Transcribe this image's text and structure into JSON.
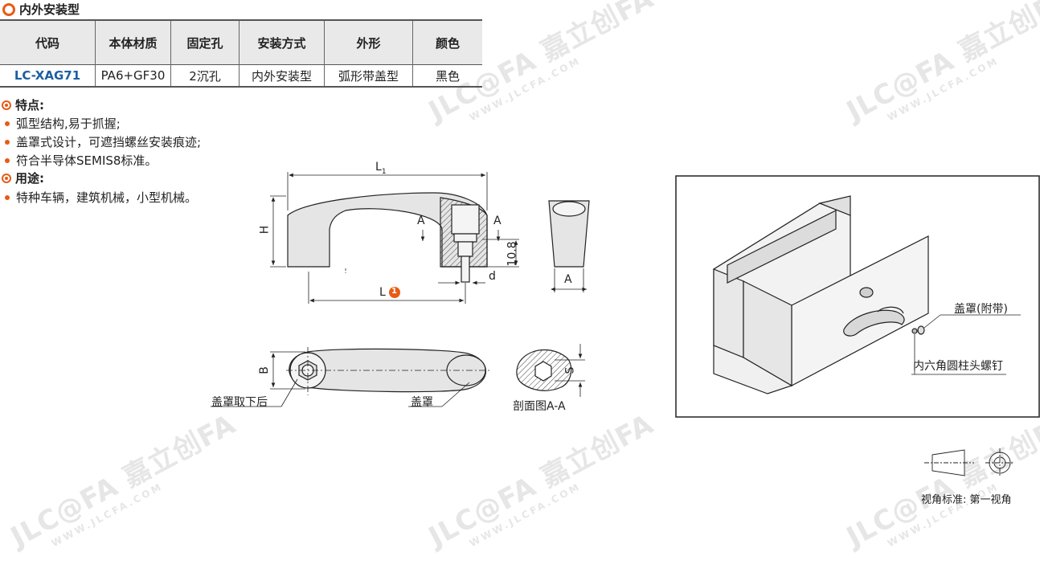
{
  "header": {
    "title": "内外安装型"
  },
  "spec_table": {
    "headers": [
      "代码",
      "本体材质",
      "固定孔",
      "安装方式",
      "外形",
      "颜色"
    ],
    "row": [
      "LC-XAG71",
      "PA6+GF30",
      "2沉孔",
      "内外安装型",
      "弧形带盖型",
      "黑色"
    ]
  },
  "features": {
    "title": "特点:",
    "items": [
      "弧型结构,易于抓握;",
      "盖罩式设计，可遮挡螺丝安装痕迹;",
      "符合半导体SEMIS8标准。"
    ]
  },
  "usage": {
    "title": "用途:",
    "items": [
      "特种车辆，建筑机械，小型机械。"
    ]
  },
  "drawing": {
    "dim_L1": "L",
    "dim_L1_sub": "1",
    "dim_H": "H",
    "dim_A_left": "A",
    "dim_A_right": "A",
    "dim_108": "10.8",
    "dim_d": "d",
    "dim_L": "L",
    "dim_L_marker": "1",
    "dim_A_side": "A",
    "dim_B": "B",
    "dim_S": "S",
    "label_cap_removed": "盖罩取下后",
    "label_cap": "盖罩",
    "label_section": "剖面图A-A"
  },
  "assembly": {
    "label_cap_included": "盖罩(附带)",
    "label_screw": "内六角圆柱头螺钉"
  },
  "projection": {
    "label": "视角标准: 第一视角"
  },
  "watermark": {
    "brand": "嘉立创FA",
    "url": "WWW.JLCFA.COM",
    "logo": "JLC@FA"
  },
  "colors": {
    "accent": "#e85b14",
    "code": "#1d5fa0"
  }
}
